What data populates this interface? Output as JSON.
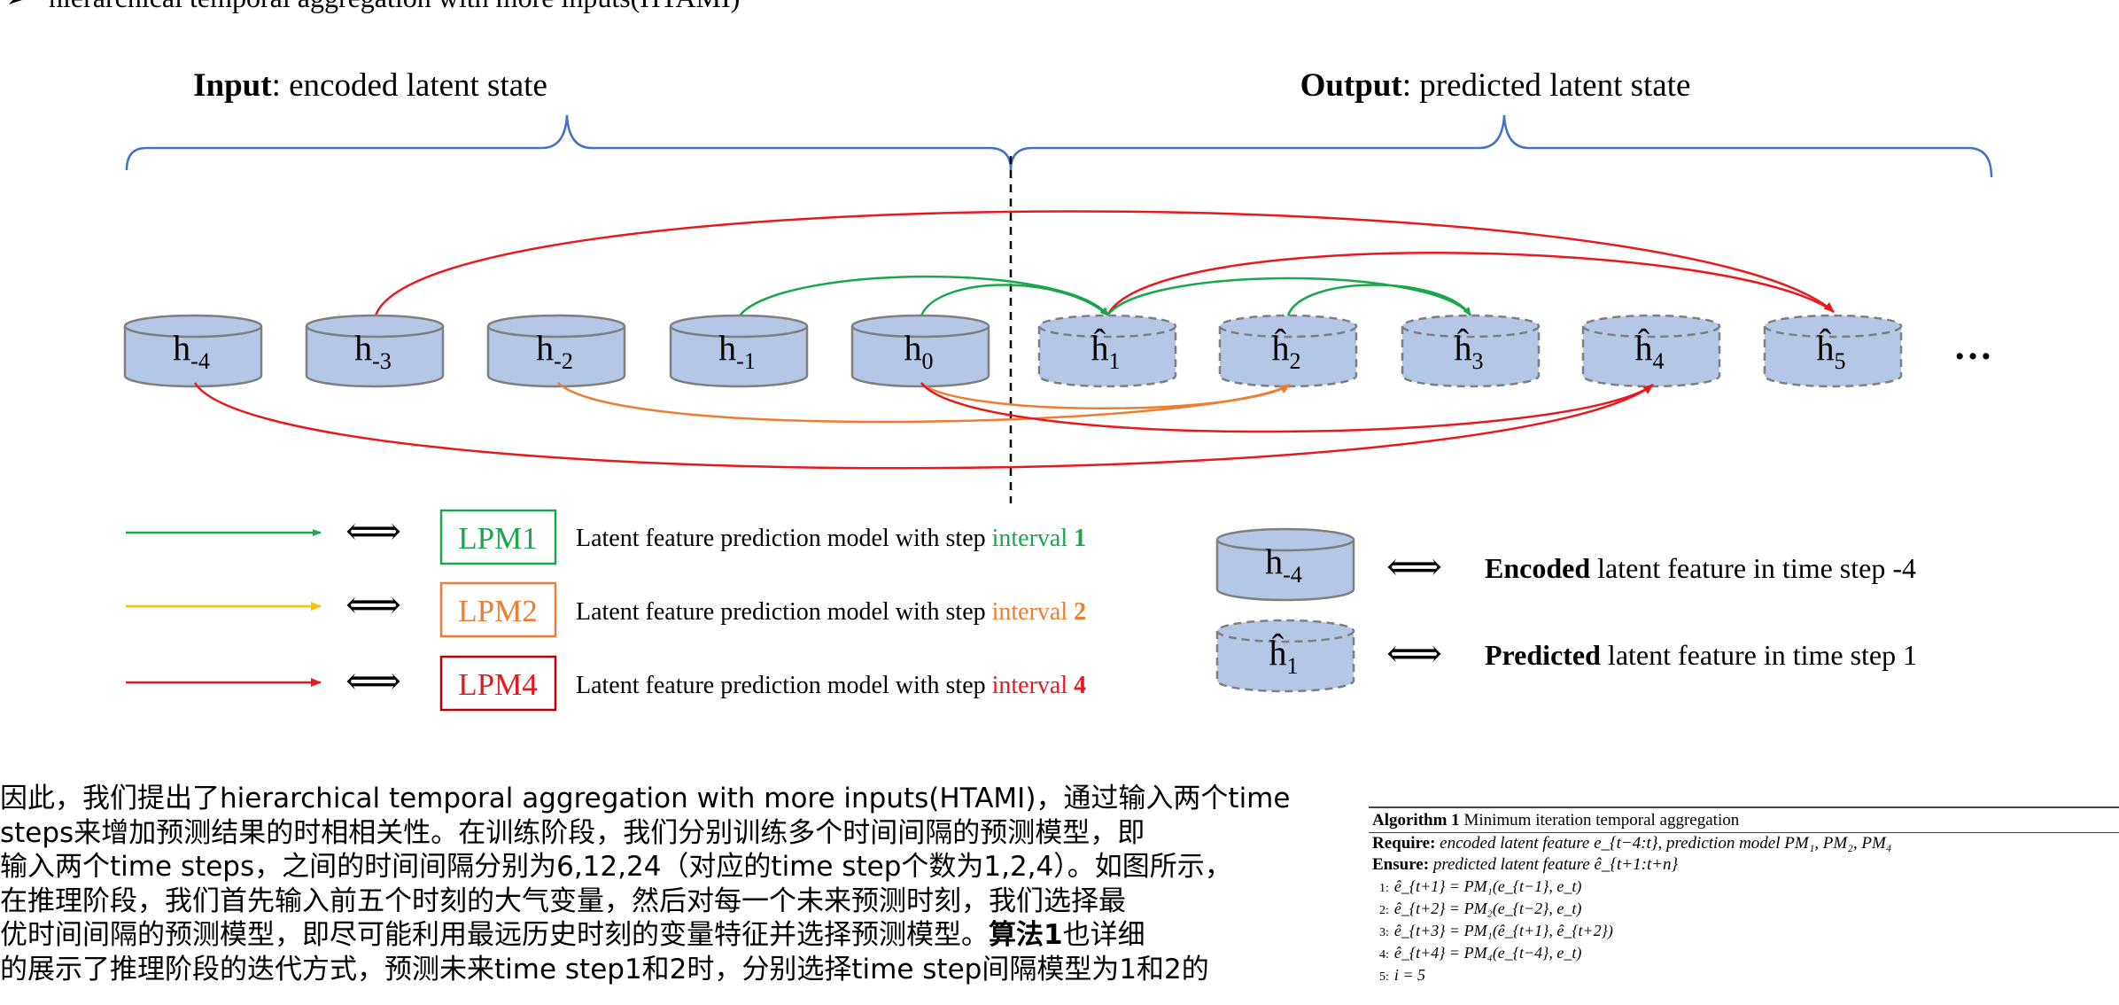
{
  "header": {
    "bullet": "➢",
    "text": "hierarchical temporal aggregation with more inputs(HTAMI)"
  },
  "input_label": {
    "bold": "Input",
    "rest": ": encoded latent state"
  },
  "output_label": {
    "bold": "Output",
    "rest": ": predicted latent state"
  },
  "nodes": {
    "inputs": [
      {
        "base": "h",
        "sub": "-4"
      },
      {
        "base": "h",
        "sub": "-3"
      },
      {
        "base": "h",
        "sub": "-2"
      },
      {
        "base": "h",
        "sub": "-1"
      },
      {
        "base": "h",
        "sub": "0"
      }
    ],
    "outputs": [
      {
        "base": "ĥ",
        "sub": "1"
      },
      {
        "base": "ĥ",
        "sub": "2"
      },
      {
        "base": "ĥ",
        "sub": "3"
      },
      {
        "base": "ĥ",
        "sub": "4"
      },
      {
        "base": "ĥ",
        "sub": "5"
      }
    ],
    "ellipsis": "…"
  },
  "legend": {
    "arrow_equiv": "⟺",
    "models": [
      {
        "box": "LPM1",
        "text": "Latent feature prediction model with step ",
        "highlight": "interval ",
        "num": "1",
        "color": "#1aa64b"
      },
      {
        "box": "LPM2",
        "text": "Latent feature prediction model with step ",
        "highlight": "interval ",
        "num": "2",
        "color": "#ed7d31"
      },
      {
        "box": "LPM4",
        "text": "Latent feature prediction model with step ",
        "highlight": "interval ",
        "num": "4",
        "color": "#e8191d"
      }
    ],
    "arrow_colors": {
      "lpm1": "#1aa64b",
      "lpm2": "#ffc000",
      "lpm4": "#e8191d"
    },
    "encoded": {
      "node_base": "h",
      "node_sub": "-4",
      "bold": "Encoded",
      "rest": " latent feature in time step -4"
    },
    "predicted": {
      "node_base": "ĥ",
      "node_sub": "1",
      "bold": "Predicted",
      "rest": " latent feature in time step 1"
    }
  },
  "colors": {
    "node_fill": "#b4c7e7",
    "node_stroke": "#7f7f7f",
    "brace": "#4472c4"
  },
  "paragraph": {
    "lines": [
      "因此，我们提出了hierarchical temporal aggregation with more inputs(HTAMI)，通过输入两个time",
      "steps来增加预测结果的时相相关性。在训练阶段，我们分别训练多个时间间隔的预测模型，即",
      "输入两个time steps，之间的时间间隔分别为6,12,24（对应的time step个数为1,2,4）。如图所示，",
      "在推理阶段，我们首先输入前五个时刻的大气变量，然后对每一个未来预测时刻，我们选择最",
      "优时间间隔的预测模型，即尽可能利用最远历史时刻的变量特征并选择预测模型。"
    ],
    "line6_bold": "算法1",
    "line6_rest": "也详细",
    "line7": "的展示了推理阶段的迭代方式，预测未来time step1和2时，分别选择time step间隔模型为1和2的"
  },
  "algorithm": {
    "title_bold": "Algorithm 1",
    "title_rest": " Minimum iteration temporal aggregation",
    "require_label": "Require:",
    "require_text": " encoded latent feature e_{t−4:t}, prediction model PM₁, PM₂, PM₄",
    "ensure_label": "Ensure:",
    "ensure_text": " predicted latent feature ê_{t+1:t+n}",
    "steps": [
      {
        "no": "1:",
        "text": "ê_{t+1} = PM₁(e_{t−1}, e_t)"
      },
      {
        "no": "2:",
        "text": "ê_{t+2} = PM₂(e_{t−2}, e_t)"
      },
      {
        "no": "3:",
        "text": "ê_{t+3} = PM₁(ê_{t+1}, ê_{t+2})"
      },
      {
        "no": "4:",
        "text": "ê_{t+4} = PM₄(e_{t−4}, e_t)"
      },
      {
        "no": "5:",
        "text": "i = 5"
      }
    ]
  }
}
